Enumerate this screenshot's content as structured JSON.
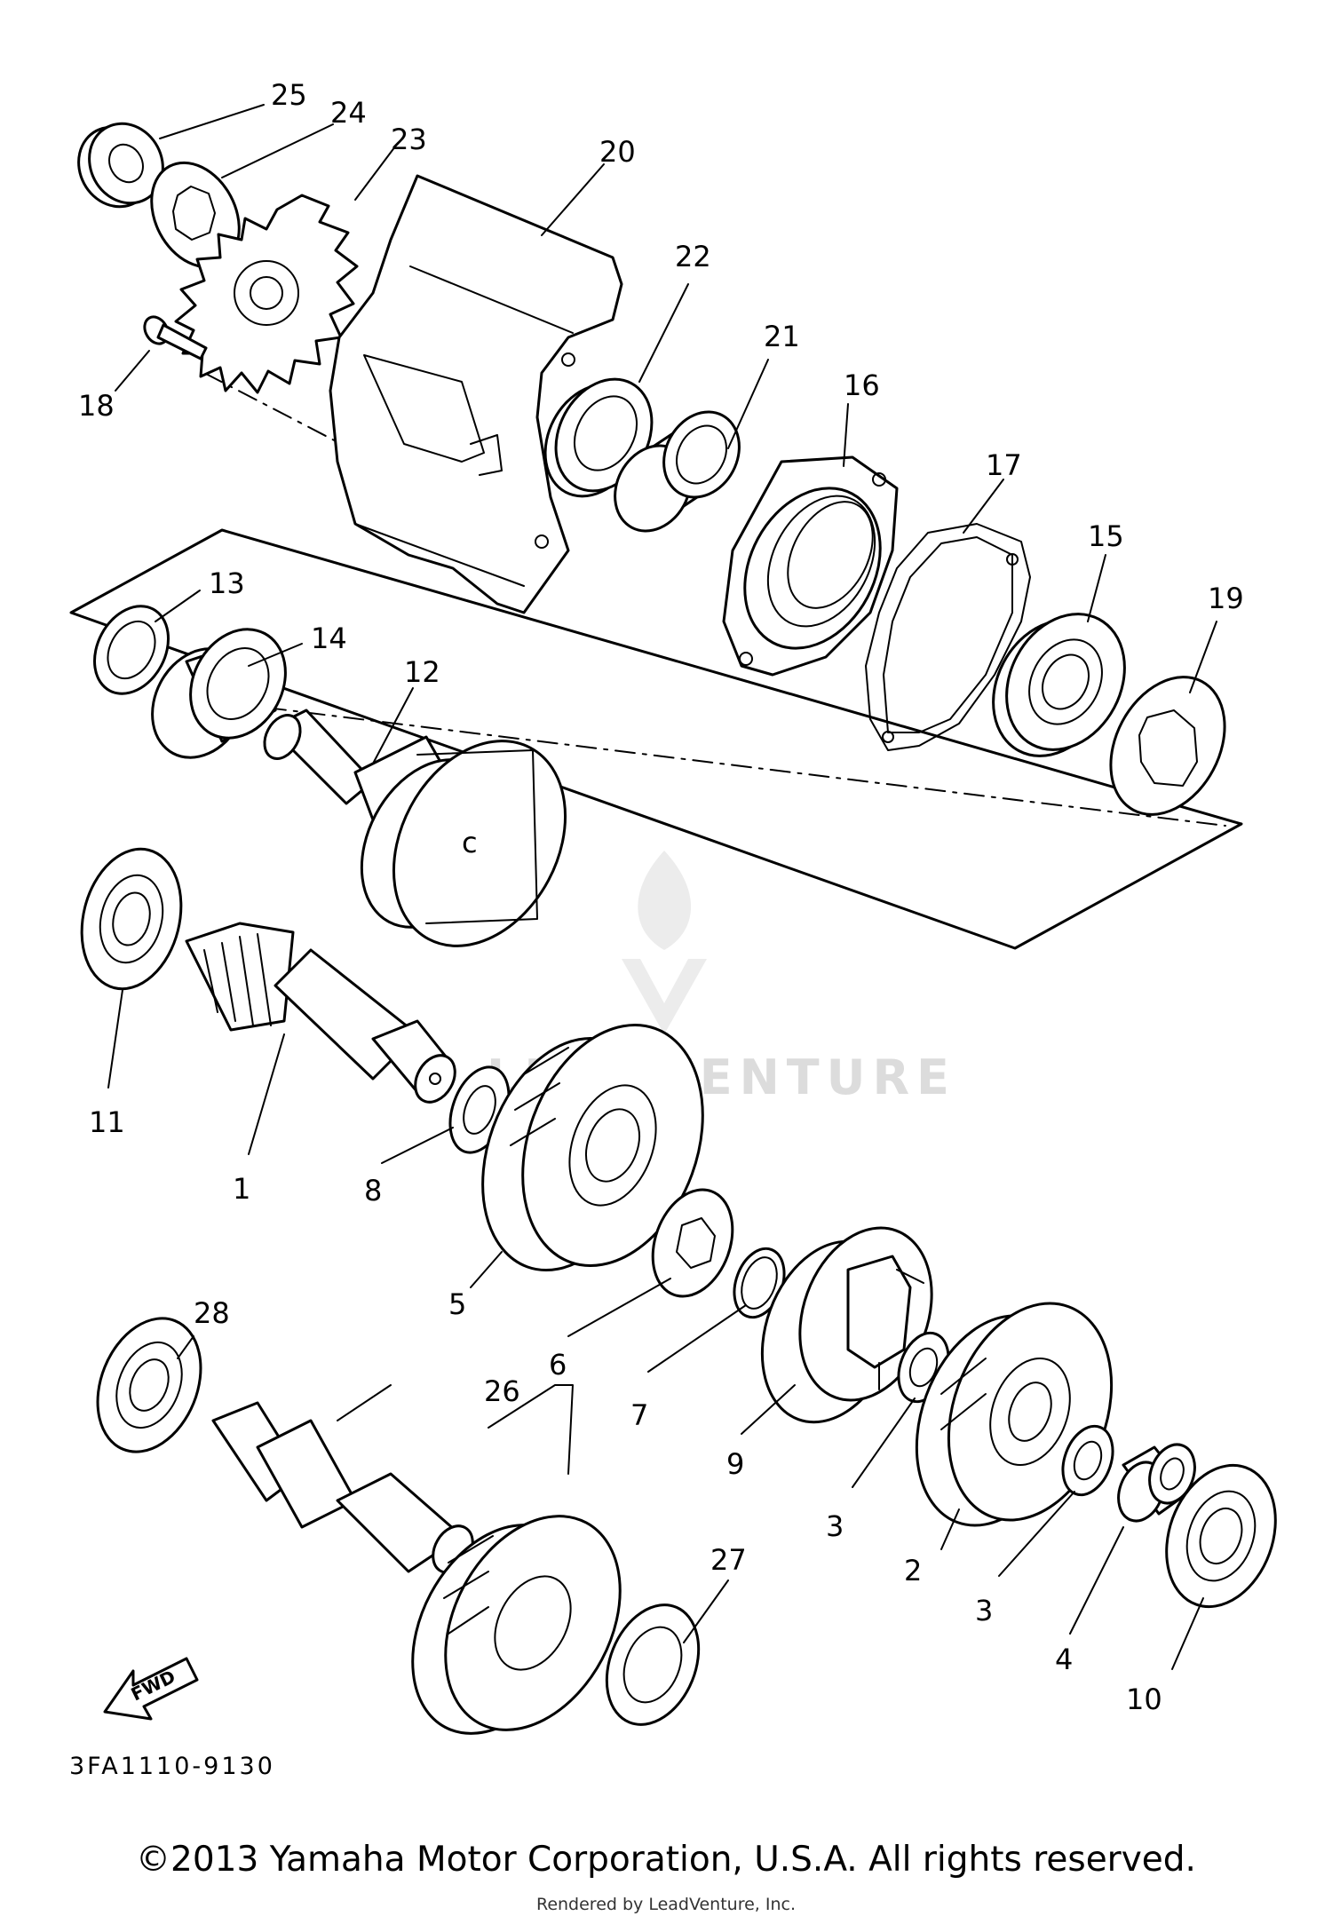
{
  "diagram": {
    "callouts": [
      {
        "id": "1",
        "label": "1"
      },
      {
        "id": "2",
        "label": "2"
      },
      {
        "id": "3a",
        "label": "3"
      },
      {
        "id": "3b",
        "label": "3"
      },
      {
        "id": "4",
        "label": "4"
      },
      {
        "id": "5",
        "label": "5"
      },
      {
        "id": "6",
        "label": "6"
      },
      {
        "id": "7",
        "label": "7"
      },
      {
        "id": "8",
        "label": "8"
      },
      {
        "id": "9",
        "label": "9"
      },
      {
        "id": "10",
        "label": "10"
      },
      {
        "id": "11",
        "label": "11"
      },
      {
        "id": "12",
        "label": "12"
      },
      {
        "id": "13",
        "label": "13"
      },
      {
        "id": "14",
        "label": "14"
      },
      {
        "id": "15",
        "label": "15"
      },
      {
        "id": "16",
        "label": "16"
      },
      {
        "id": "17",
        "label": "17"
      },
      {
        "id": "18",
        "label": "18"
      },
      {
        "id": "19",
        "label": "19"
      },
      {
        "id": "20",
        "label": "20"
      },
      {
        "id": "21",
        "label": "21"
      },
      {
        "id": "22",
        "label": "22"
      },
      {
        "id": "23",
        "label": "23"
      },
      {
        "id": "24",
        "label": "24"
      },
      {
        "id": "25",
        "label": "25"
      },
      {
        "id": "26",
        "label": "26"
      },
      {
        "id": "27",
        "label": "27"
      },
      {
        "id": "28",
        "label": "28"
      }
    ],
    "part_code": "3FA1110-9130",
    "fwd_label": "FWD",
    "watermark": "LEADVENTURE"
  },
  "footer": {
    "copyright": "©2013 Yamaha Motor Corporation, U.S.A. All rights reserved.",
    "rendered_by": "Rendered by LeadVenture, Inc."
  }
}
